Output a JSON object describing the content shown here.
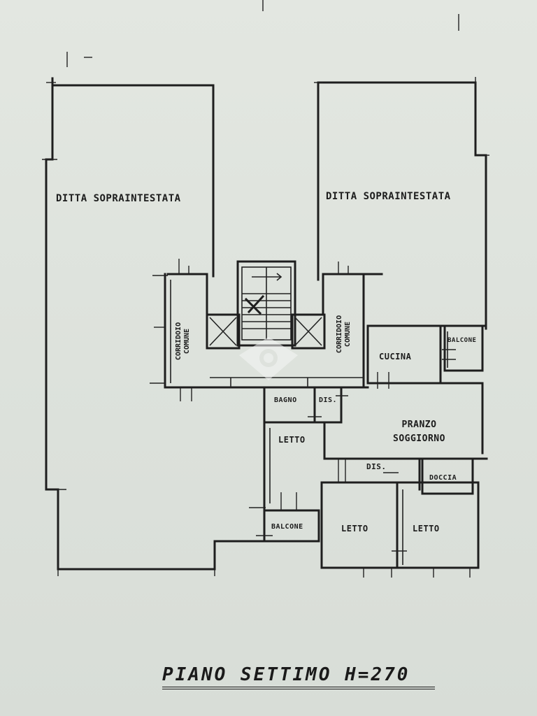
{
  "plan": {
    "title": "PIANO SETTIMO H=270",
    "rooms": {
      "left_unit": "DITTA SOPRAINTESTATA",
      "right_unit": "DITTA SOPRAINTESTATA",
      "corridor_left": [
        "CORRIDOIO",
        "COMUNE"
      ],
      "corridor_right": [
        "CORRIDOIO",
        "COMUNE"
      ],
      "cucina": "CUCINA",
      "balcone_top": "BALCONE",
      "bagno": "BAGNO",
      "dis_top": "DIS.",
      "pranzo": [
        "PRANZO",
        "SOGGIORNO"
      ],
      "letto_center": "LETTO",
      "dis_bottom": "DIS.",
      "doccia": "DOCCIA",
      "balcone_bottom": "BALCONE",
      "letto_left": "LETTO",
      "letto_right": "LETTO"
    }
  }
}
